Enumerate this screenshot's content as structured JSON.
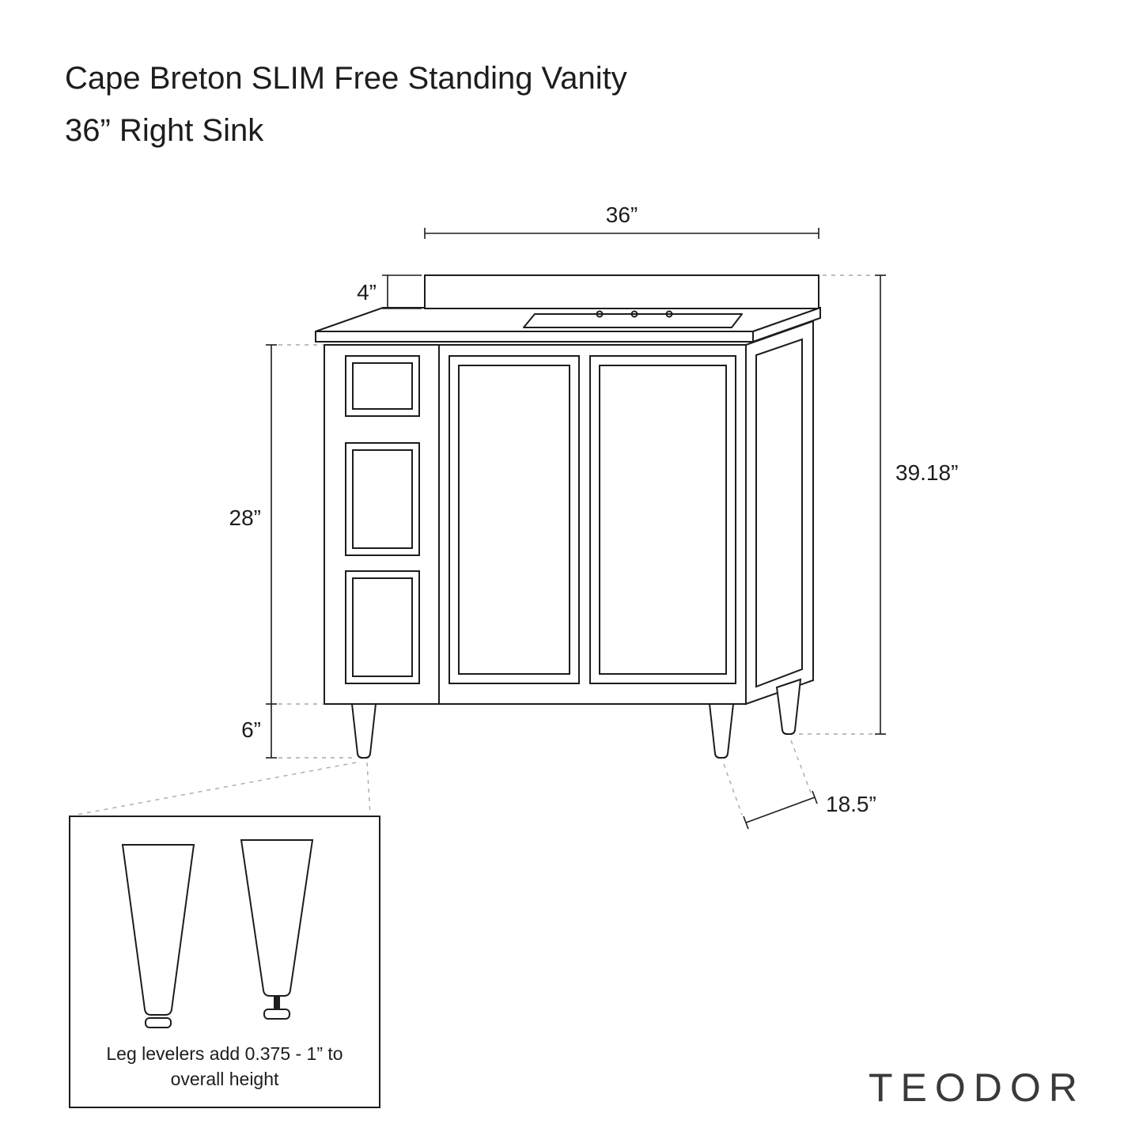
{
  "title": {
    "line1": "Cape Breton SLIM Free Standing Vanity",
    "line2": "36” Right Sink"
  },
  "dimensions": {
    "overall_width": "36”",
    "backsplash_height": "4”",
    "cabinet_height": "28”",
    "leg_height": "6”",
    "overall_height": "39.18”",
    "depth": "18.5”"
  },
  "leg_detail_note": {
    "line1": "Leg levelers add 0.375 - 1” to",
    "line2": "overall height"
  },
  "brand": "TEODOR",
  "colors": {
    "line": "#1d1d1d",
    "dashed_line": "#a9a9a9",
    "brand_text": "#3a3a3a",
    "background": "#ffffff"
  }
}
